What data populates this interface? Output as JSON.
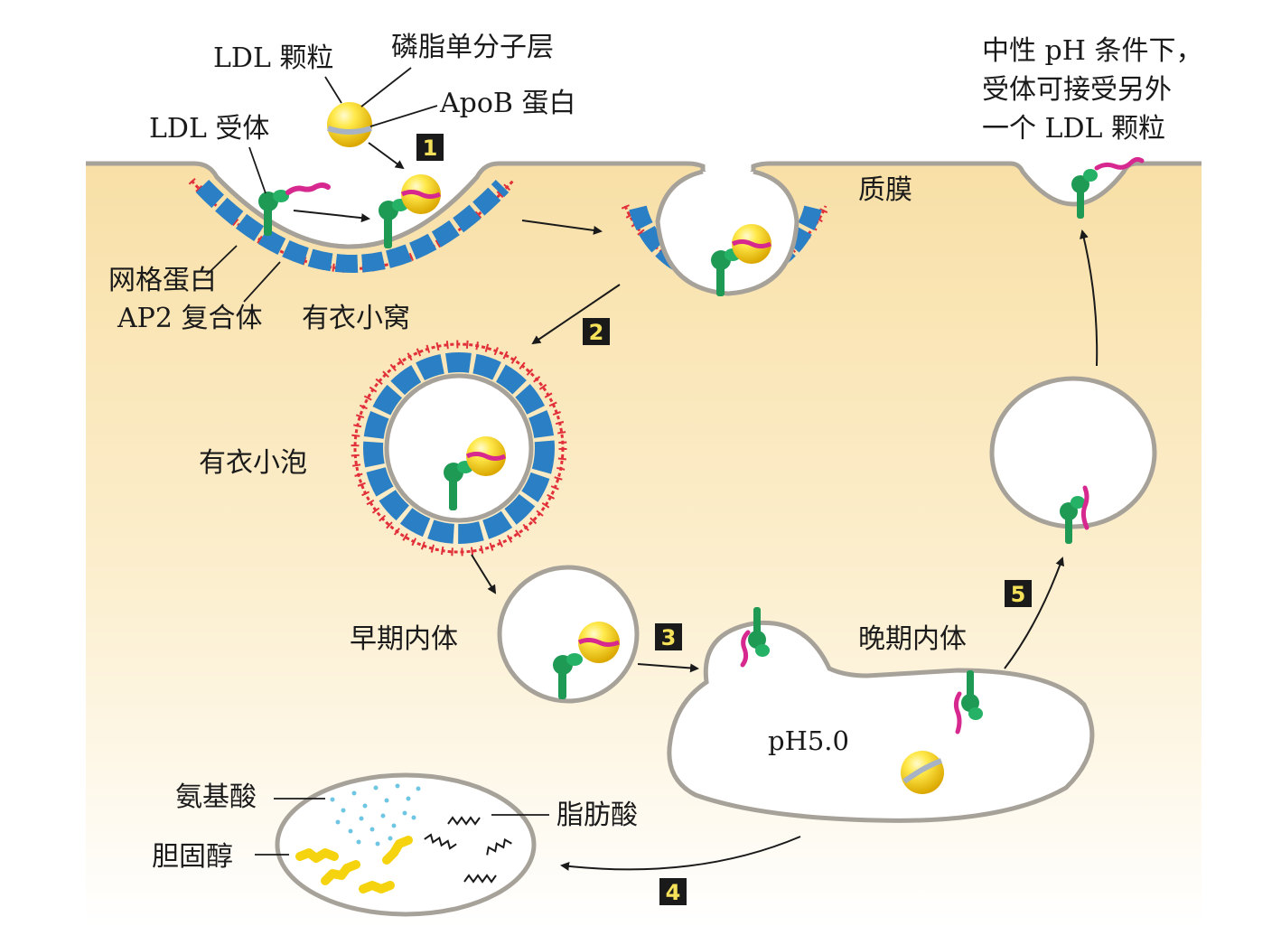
{
  "labels": {
    "ldl_particle": "LDL 颗粒",
    "phospholipid": "磷脂单分子层",
    "apob": "ApoB 蛋白",
    "ldl_receptor": "LDL 受体",
    "plasma_membrane": "质膜",
    "clathrin": "网格蛋白",
    "ap2": "AP2 复合体",
    "coated_pit": "有衣小窝",
    "coated_vesicle": "有衣小泡",
    "early_endosome": "早期内体",
    "late_endosome": "晚期内体",
    "ph": "pH5.0",
    "neutral_line1": "中性 pH 条件下，",
    "neutral_line2": "受体可接受另外",
    "neutral_line3": "一个 LDL 颗粒",
    "amino_acid": "氨基酸",
    "fatty_acid": "脂肪酸",
    "cholesterol": "胆固醇"
  },
  "steps": [
    "1",
    "2",
    "3",
    "4",
    "5"
  ],
  "colors": {
    "cytoplasm_top": "#f8dfa6",
    "cytoplasm_bottom": "#fefcf4",
    "membrane_stroke": "#a7a299",
    "clathrin_red": "#e2303a",
    "ap2_blue": "#2b7fc4",
    "receptor_green": "#1f9a55",
    "apob_magenta": "#d6288f",
    "ldl_yellow": "#f5d40f",
    "step_box": "#1a1a1a",
    "step_text": "#f6e25a",
    "amino_dots": "#6ec6e3"
  }
}
